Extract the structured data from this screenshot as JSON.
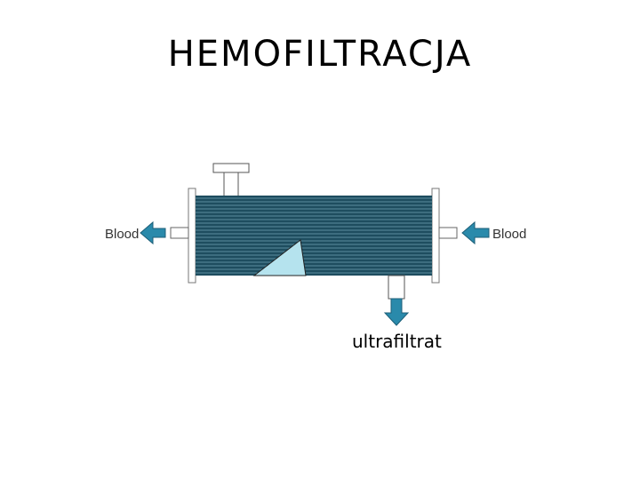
{
  "title": "HEMOFILTRACJA",
  "diagram": {
    "blood_left_label": "Blood",
    "blood_right_label": "Blood",
    "filtrate_label": "ultrafiltrat"
  },
  "colors": {
    "tube_dark": "#1e4d5f",
    "tube_stripe": "#5c8d9f",
    "arrow": "#2a8aab",
    "membrane": "#b5e3ee",
    "frame": "#c9ccd0"
  }
}
